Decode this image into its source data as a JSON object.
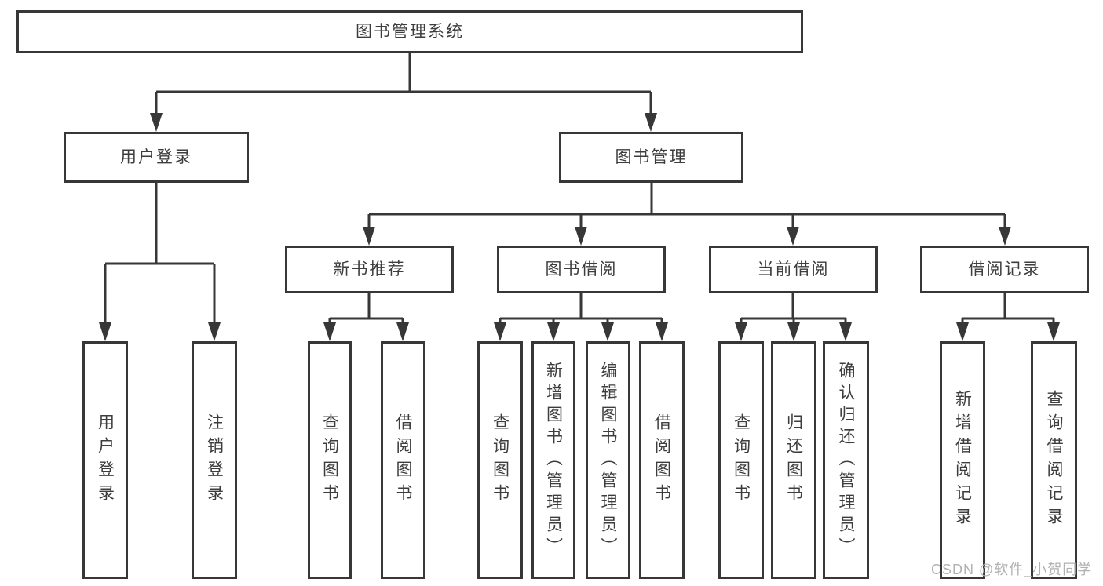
{
  "diagram": {
    "title": "图书管理系统",
    "type": "hierarchy-tree",
    "colors": {
      "line": "#373737",
      "box_border": "#373737",
      "text": "#3d3d3d",
      "background": "#ffffff",
      "watermark": "#b1b1b1"
    },
    "tree": {
      "label": "图书管理系统",
      "children": [
        {
          "label": "用户登录",
          "children": [
            {
              "label": "用户登录"
            },
            {
              "label": "注销登录"
            }
          ]
        },
        {
          "label": "图书管理",
          "children": [
            {
              "label": "新书推荐",
              "children": [
                {
                  "label": "查询图书"
                },
                {
                  "label": "借阅图书"
                }
              ]
            },
            {
              "label": "图书借阅",
              "children": [
                {
                  "label": "查询图书"
                },
                {
                  "label": "新增图书（管理员）"
                },
                {
                  "label": "编辑图书（管理员）"
                },
                {
                  "label": "借阅图书"
                }
              ]
            },
            {
              "label": "当前借阅",
              "children": [
                {
                  "label": "查询图书"
                },
                {
                  "label": "归还图书"
                },
                {
                  "label": "确认归还（管理员）"
                }
              ]
            },
            {
              "label": "借阅记录",
              "children": [
                {
                  "label": "新增借阅记录"
                },
                {
                  "label": "查询借阅记录"
                }
              ]
            }
          ]
        }
      ]
    },
    "watermark": {
      "text": "CSDN @软件_小贺同学"
    }
  }
}
